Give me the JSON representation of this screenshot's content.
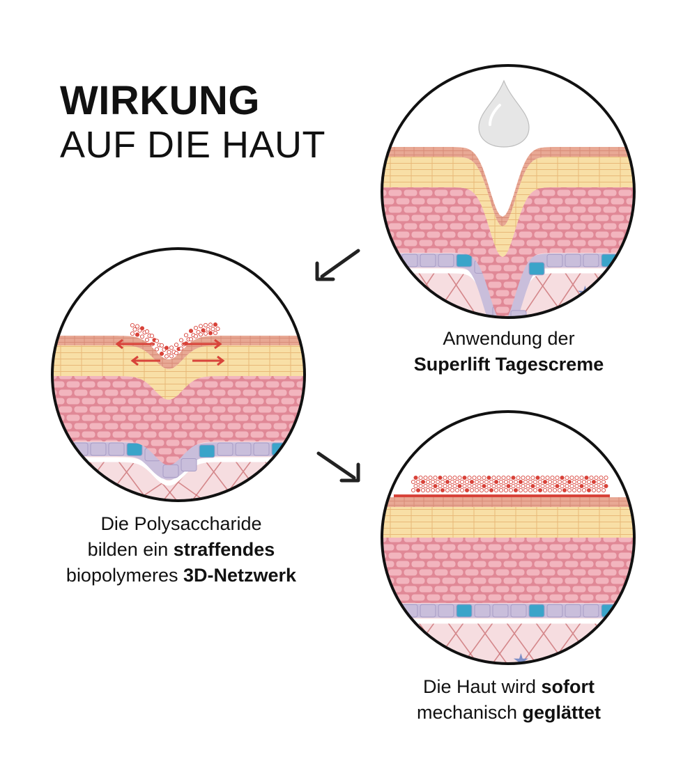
{
  "heading": {
    "line1": "WIRKUNG",
    "line2": "AUF DIE HAUT"
  },
  "steps": [
    {
      "caption_lines": [
        [
          {
            "text": "Anwendung der",
            "bold": false
          }
        ],
        [
          {
            "text": "Superlift Tagescreme",
            "bold": true
          }
        ]
      ]
    },
    {
      "caption_lines": [
        [
          {
            "text": "Die Polysaccharide",
            "bold": false
          }
        ],
        [
          {
            "text": "bilden ein ",
            "bold": false
          },
          {
            "text": "straffendes",
            "bold": true
          }
        ],
        [
          {
            "text": "biopolymeres ",
            "bold": false
          },
          {
            "text": "3D-Netzwerk",
            "bold": true
          }
        ]
      ]
    },
    {
      "caption_lines": [
        [
          {
            "text": "Die Haut wird ",
            "bold": false
          },
          {
            "text": "sofort",
            "bold": true
          }
        ],
        [
          {
            "text": "mechanisch ",
            "bold": false
          },
          {
            "text": "geglättet",
            "bold": true
          }
        ]
      ]
    }
  ],
  "colors": {
    "outline": "#111111",
    "dermis": "#f6dde0",
    "cells": "#f2b5be",
    "cell_border": "#e08896",
    "yellow_layer": "#f8dfa6",
    "top_layer": "#e8a894",
    "blue_cells": "#3aa4c9",
    "purple_cells": "#c9bedb",
    "fibers": "#c86a6e",
    "star_cells": "#7d8ec6",
    "network": "#d8433a",
    "cream_drop": "#e6e6e6"
  }
}
